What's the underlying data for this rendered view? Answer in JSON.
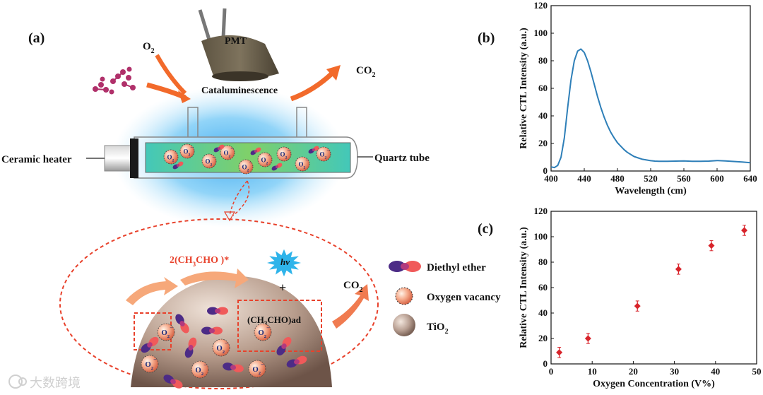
{
  "panel_a": {
    "label": "(a)",
    "o2": "O",
    "o2_sub": "2",
    "pmt": "PMT",
    "catalum": "Cataluminescence",
    "co2_top": "CO",
    "co2_top_sub": "2",
    "ceramic": "Ceramic heater",
    "quartz": "Quartz tube",
    "intermediate": "2(CH",
    "intermediate_sub": "3",
    "intermediate_end": "CHO )*",
    "hv": "hv",
    "plus": "+",
    "adsorbed": "(CH",
    "adsorbed_sub": "3",
    "adsorbed_end": "CHO)ad",
    "co2_bot": "CO",
    "co2_bot_sub": "2",
    "ion": "O",
    "ion_sub": "2",
    "ion_sup": "−",
    "legend": [
      {
        "label": "Diethyl ether",
        "icon": "diethyl-ether-icon"
      },
      {
        "label": "Oxygen vacancy",
        "icon": "oxygen-vacancy-icon"
      },
      {
        "label": "TiO",
        "sub": "2",
        "icon": "tio2-icon"
      }
    ],
    "colors": {
      "arrow": "#f26a2b",
      "glow": "#48b6f0",
      "dashed": "#e8412b",
      "molecule": "#b0306a"
    }
  },
  "watermark": "大数跨境",
  "chart_data": [
    {
      "panel": "(b)",
      "type": "line",
      "xlabel": "Wavelength (cm)",
      "ylabel": "Relative CTL Intensity (a.u.)",
      "xlim": [
        400,
        640
      ],
      "ylim": [
        0,
        120
      ],
      "xticks": [
        400,
        440,
        480,
        520,
        560,
        600,
        640
      ],
      "yticks": [
        0,
        20,
        40,
        60,
        80,
        100,
        120
      ],
      "color": "#2e7fb8",
      "series": [
        {
          "x": [
            400,
            404,
            408,
            412,
            416,
            420,
            424,
            428,
            432,
            436,
            440,
            444,
            448,
            452,
            456,
            460,
            464,
            468,
            472,
            476,
            480,
            484,
            488,
            492,
            496,
            500,
            505,
            510,
            515,
            520,
            525,
            530,
            540,
            550,
            560,
            570,
            580,
            590,
            600,
            610,
            620,
            630,
            640
          ],
          "y": [
            3,
            2.5,
            4,
            10,
            24,
            46,
            66,
            80,
            87,
            88.5,
            86,
            80,
            72,
            63,
            54,
            46,
            39,
            33,
            28,
            24,
            20.5,
            18,
            15.5,
            13.5,
            12,
            10.5,
            9.5,
            8.5,
            8,
            7.5,
            7.2,
            7,
            7,
            7.2,
            7.3,
            7.1,
            7,
            7.2,
            7.6,
            7.3,
            6.9,
            6.5,
            6
          ]
        }
      ]
    },
    {
      "panel": "(c)",
      "type": "scatter",
      "xlabel": "Oxygen Concentration (V%)",
      "ylabel": "Relative CTL Intensity (a.u.)",
      "xlim": [
        0,
        50
      ],
      "ylim": [
        0,
        120
      ],
      "xticks": [
        0,
        10,
        20,
        30,
        40,
        50
      ],
      "yticks": [
        0,
        20,
        40,
        60,
        80,
        100,
        120
      ],
      "color": "#d8232a",
      "series": [
        {
          "x": [
            2,
            9,
            21,
            31,
            39,
            47
          ],
          "y": [
            9,
            20,
            45.5,
            74.5,
            93,
            105
          ],
          "err": [
            4,
            4,
            4,
            4,
            4,
            4
          ]
        }
      ]
    }
  ]
}
